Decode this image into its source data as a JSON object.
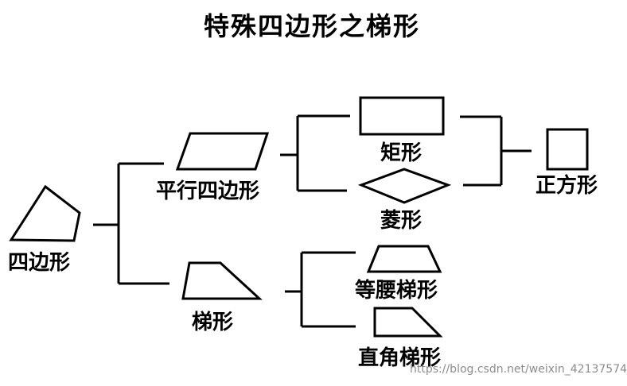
{
  "title": "特殊四边形之梯形",
  "nodes": {
    "quadrilateral": "四边形",
    "parallelogram": "平行四边形",
    "trapezoid": "梯形",
    "rectangle": "矩形",
    "rhombus": "菱形",
    "square": "正方形",
    "isosceles_trapezoid": "等腰梯形",
    "right_trapezoid": "直角梯形"
  },
  "watermark": "https://blog.csdn.net/weixin_42137574",
  "colors": {
    "stroke": "#000000",
    "background": "#ffffff",
    "watermark": "#8c8c8c"
  }
}
